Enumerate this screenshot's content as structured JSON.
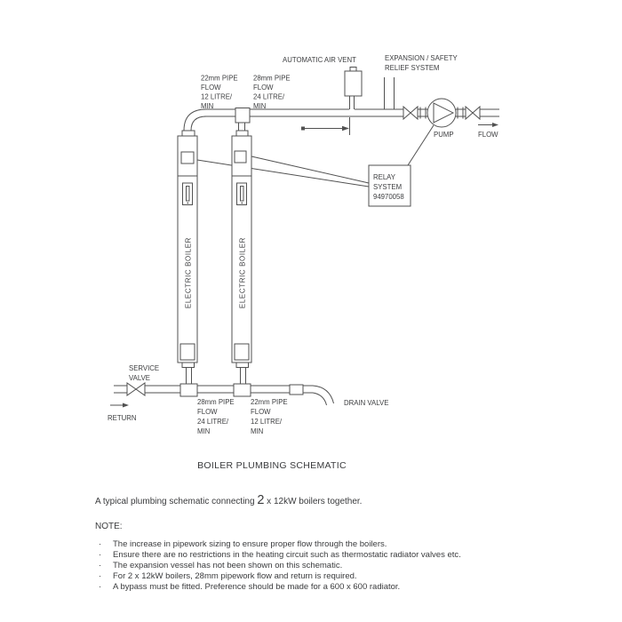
{
  "caption": "BOILER PLUMBING SCHEMATIC",
  "description": {
    "part1": "A typical plumbing schematic connecting ",
    "highlight": "2",
    "part2": " x 12kW boilers together."
  },
  "note": {
    "heading": "NOTE:",
    "bullet": "·",
    "items": [
      "The increase in pipework sizing to ensure proper flow through the boilers.",
      "Ensure there are no restrictions in the heating circuit such as thermostatic radiator valves etc.",
      "The expansion vessel has not been shown on this schematic.",
      "For 2 x 12kW boilers, 28mm pipework flow and return is required.",
      "A bypass must be fitted. Preference should be made for a 600 x 600 radiator."
    ]
  },
  "diagram": {
    "labels": {
      "air_vent": "AUTOMATIC AIR VENT",
      "expansion": [
        "EXPANSION / SAFETY",
        "RELIEF SYSTEM"
      ],
      "pump": "PUMP",
      "flow": "FLOW",
      "relay": [
        "RELAY",
        "SYSTEM",
        "94970058"
      ],
      "service_valve": [
        "SERVICE",
        "VALVE"
      ],
      "return_label": "RETURN",
      "drain_valve": "DRAIN VALVE",
      "boiler_left": "ELECTRIC BOILER",
      "boiler_right": "ELECTRIC BOILER",
      "pipe_top_left": [
        "22mm PIPE",
        "FLOW",
        "12 LITRE/",
        "MIN"
      ],
      "pipe_top_right": [
        "28mm PIPE",
        "FLOW",
        "24 LITRE/",
        "MIN"
      ],
      "pipe_bottom_left": [
        "28mm PIPE",
        "FLOW",
        "24 LITRE/",
        "MIN"
      ],
      "pipe_bottom_right": [
        "22mm PIPE",
        "FLOW",
        "12 LITRE/",
        "MIN"
      ]
    }
  },
  "colors": {
    "line": "#515151",
    "text": "#3d3e40",
    "background": "#ffffff"
  }
}
